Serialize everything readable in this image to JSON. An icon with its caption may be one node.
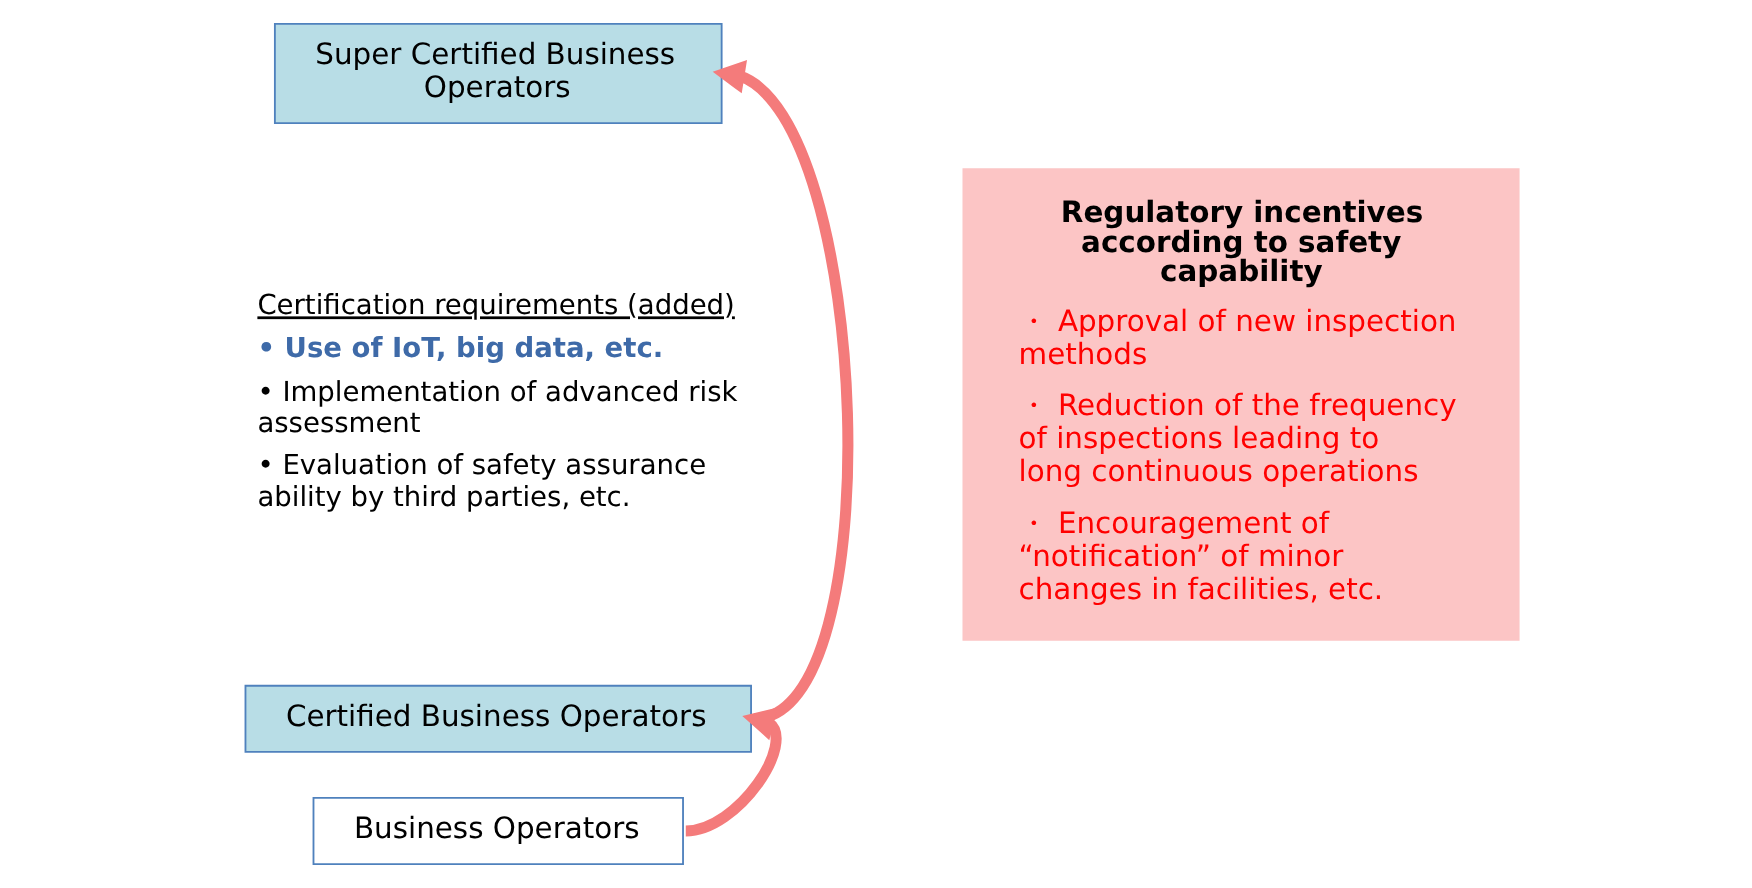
{
  "diagram": {
    "nodes": [
      {
        "text": [
          "Super Certified Business Operators"
        ]
      },
      {
        "text": [
          "Certified Business Operators"
        ]
      },
      {
        "text": [
          "Business Operators"
        ]
      },
      {
        "text": [
          "Regulatory incentives according to safety capability",
          "・ Approval of new inspection methods",
          "・ Reduction of the frequency of inspections leading to long continuous operations",
          "・ Encouragement of “notification” of minor changes in facilities, etc."
        ]
      }
    ],
    "edges": [
      {
        "from": 1,
        "to": 0,
        "arrow": "to"
      },
      {
        "from": 2,
        "to": 1,
        "arrow": "to"
      }
    ],
    "labels": [
      "Certification requirements (added)",
      "• Use of IoT, big data, etc.",
      "• Implementation of advanced risk assessment",
      "• Evaluation of safety assurance ability by third parties, etc."
    ]
  }
}
